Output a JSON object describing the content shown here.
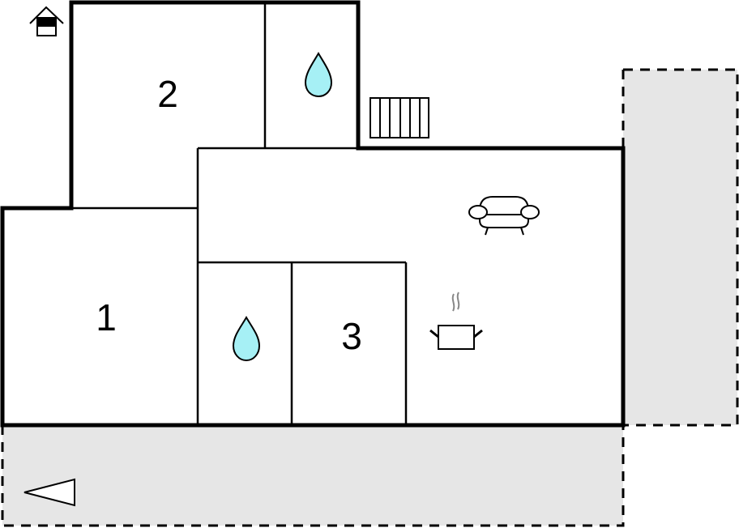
{
  "floorplan": {
    "rooms": [
      {
        "id": "bedroom-1",
        "label": "1"
      },
      {
        "id": "bedroom-2",
        "label": "2"
      },
      {
        "id": "bedroom-3",
        "label": "3"
      }
    ],
    "icons": {
      "entrance": "house-entrance-icon",
      "bathroom_upper": "water-drop-icon",
      "bathroom_lower": "water-drop-icon",
      "stairs": "stairs-icon",
      "living": "sofa-icon",
      "kitchen": "cooking-pot-icon",
      "north": "direction-arrow-icon"
    },
    "colors": {
      "wall": "#000000",
      "terrace": "#e6e6e6",
      "water": "#a6f0f5"
    }
  }
}
